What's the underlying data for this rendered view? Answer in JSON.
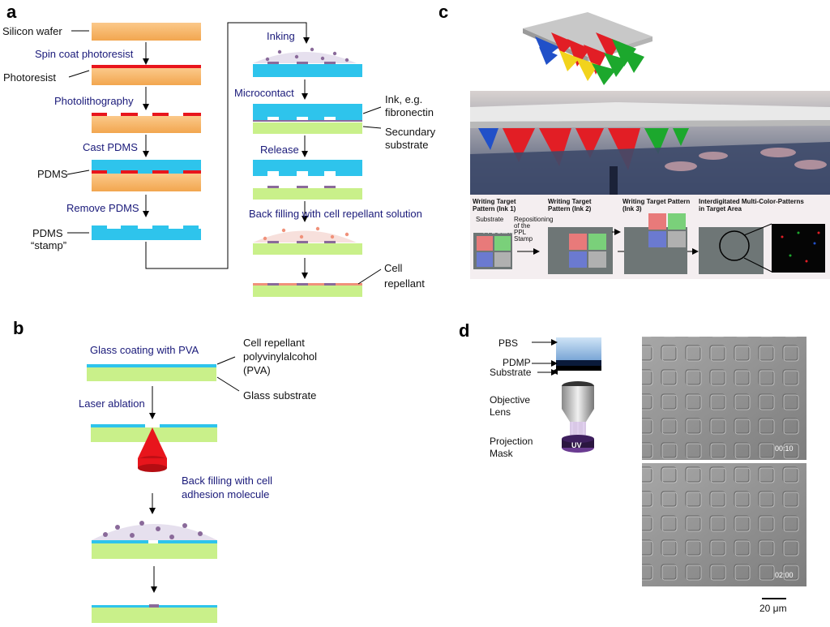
{
  "panels": {
    "a": {
      "letter": "a",
      "labels": {
        "silicon_wafer": "Silicon wafer",
        "photoresist": "Photoresist",
        "pdms": "PDMS",
        "pdms_stamp_1": "PDMS",
        "pdms_stamp_2": "“stamp”",
        "ink": "Ink, e.g.",
        "ink2": "fibronectin",
        "secundary": "Secundary",
        "secundary2": "substrate",
        "cell_rep": "Cell",
        "cell_rep2": "repellant"
      },
      "steps": {
        "spin_coat": "Spin coat photoresist",
        "photolithography": "Photolithography",
        "cast_pdms": "Cast PDMS",
        "remove_pdms": "Remove PDMS",
        "inking": "Inking",
        "microcontact": "Microcontact",
        "release": "Release",
        "back_filling": "Back filling with cell repellant solution"
      }
    },
    "b": {
      "letter": "b",
      "steps": {
        "glass_coating": "Glass coating with PVA",
        "laser_ablation": "Laser ablation",
        "back_filling_1": "Back filling  with cell",
        "back_filling_2": "adhesion molecule"
      },
      "labels": {
        "cell_rep_1": "Cell repellant",
        "cell_rep_2": "polyvinylalcohol",
        "cell_rep_3": "(PVA)",
        "glass": "Glass substrate"
      }
    },
    "c": {
      "letter": "c",
      "captions": {
        "writing_1a": "Writing Target",
        "writing_1b": "Pattern (Ink 1)",
        "substrate": "Substrate",
        "ppl_stamp": "PPL Stamp",
        "repos_1": "Repositioning",
        "repos_2": "of the",
        "repos_3": "PPL",
        "repos_4": "Stamp",
        "writing_2a": "Writing Target",
        "writing_2b": "Pattern (Ink 2)",
        "writing_3a": "Writing Target Pattern",
        "writing_3b": "(Ink 3)",
        "inter_1": "Interdigitated Multi-Color-Patterns",
        "inter_2": "in Target Area"
      }
    },
    "d": {
      "letter": "d",
      "labels": {
        "pbs": "PBS",
        "pdmp": "PDMP",
        "substrate": "Substrate",
        "objective_1": "Objective",
        "objective_2": "Lens",
        "projection_1": "Projection",
        "projection_2": "Mask",
        "uv": "UV",
        "time_1": "00:10",
        "time_2": "02:00",
        "scale": "20 μm"
      }
    }
  },
  "colors": {
    "wafer": "#f7b46a",
    "photoresist": "#e8151c",
    "pdms": "#2ec4ec",
    "substrate": "#c9f08a",
    "ink": "#8a6a9a",
    "step_text": "#1a1a7a"
  }
}
